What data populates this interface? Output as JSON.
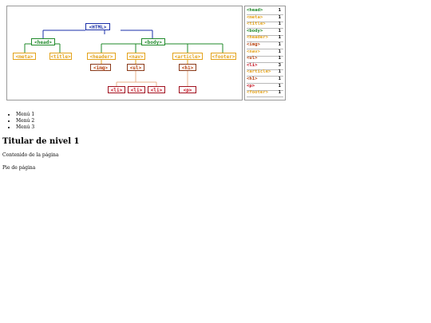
{
  "tree": {
    "html": "<HTML>",
    "head": "<head>",
    "body": "<body>",
    "meta": "<meta>",
    "title": "<title>",
    "header": "<header>",
    "nav": "<nav>",
    "article": "<article>",
    "footer": "<footer>",
    "img": "<img>",
    "ul": "<ul>",
    "h1": "<h1>",
    "li1": "<li>",
    "li2": "<li>",
    "li3": "<li>",
    "p": "<p>"
  },
  "counts": [
    {
      "tag": "<head>",
      "count": "1",
      "color": "#1f8a2a"
    },
    {
      "tag": "<meta>",
      "count": "1",
      "color": "#e3a21a"
    },
    {
      "tag": "<title>",
      "count": "1",
      "color": "#e3a21a"
    },
    {
      "tag": "<body>",
      "count": "1",
      "color": "#1f8a2a"
    },
    {
      "tag": "<header>",
      "count": "1",
      "color": "#e3a21a"
    },
    {
      "tag": "<img>",
      "count": "1",
      "color": "#b8420f"
    },
    {
      "tag": "<nav>",
      "count": "1",
      "color": "#e3a21a"
    },
    {
      "tag": "<ul>",
      "count": "1",
      "color": "#b8420f"
    },
    {
      "tag": "<li>",
      "count": "3",
      "color": "#c4101e"
    },
    {
      "tag": "<article>",
      "count": "1",
      "color": "#e3a21a"
    },
    {
      "tag": "<h1>",
      "count": "1",
      "color": "#b8420f"
    },
    {
      "tag": "<p>",
      "count": "1",
      "color": "#c4101e"
    },
    {
      "tag": "<footer>",
      "count": "1",
      "color": "#e3a21a"
    }
  ],
  "page": {
    "menu": [
      "Menú 1",
      "Menú 2",
      "Menú 3"
    ],
    "title": "Titular de nivel 1",
    "content": "Contenido de la página",
    "footer": "Pie de página"
  }
}
